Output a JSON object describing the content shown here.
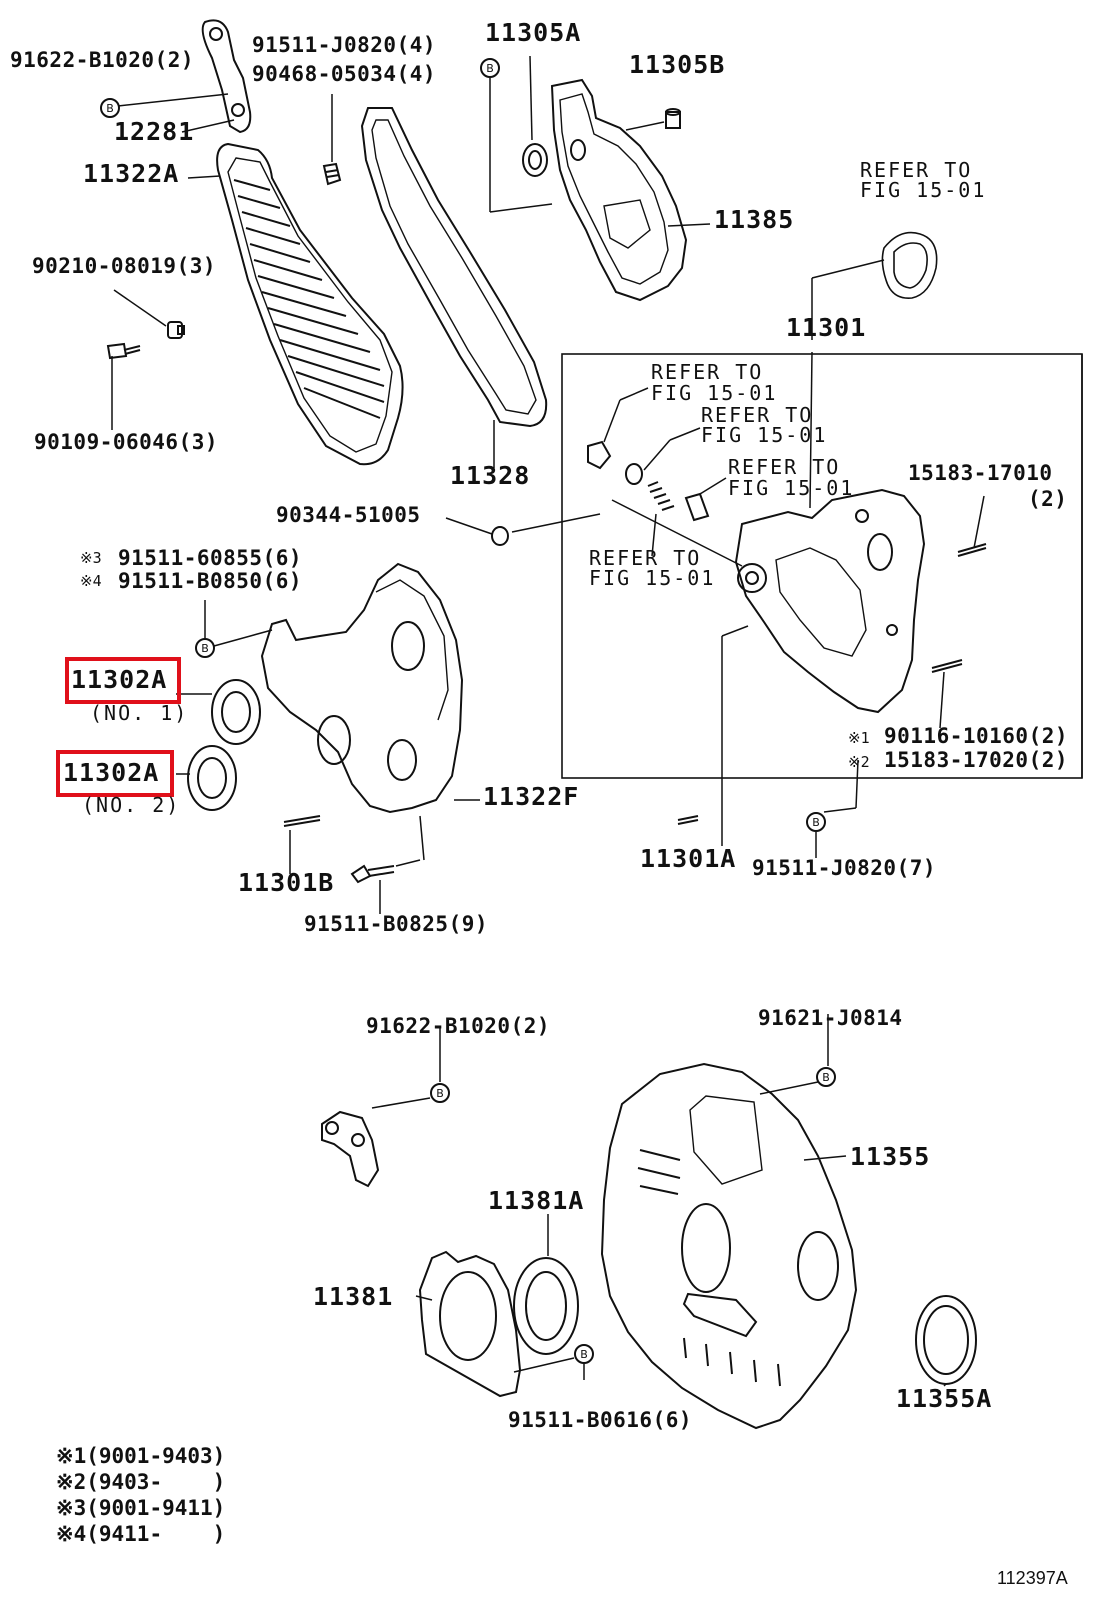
{
  "parts": {
    "p91622_top": "91622-B1020(2)",
    "p91511_j0820_4": "91511-J0820(4)",
    "p90468": "90468-05034(4)",
    "p11305A": "11305A",
    "p11305B": "11305B",
    "p12281": "12281",
    "p11322A": "11322A",
    "p11385": "11385",
    "p90210": "90210-08019(3)",
    "p90109": "90109-06046(3)",
    "p11328": "11328",
    "p11301": "11301",
    "p15183_17010": "15183-17010",
    "p15183_17010_qty": "(2)",
    "p90344": "90344-51005",
    "p91511_60855": "91511-60855(6)",
    "p91511_b0850": "91511-B0850(6)",
    "p11302A_1": "11302A",
    "p11302A_1_no": "(NO. 1)",
    "p11302A_2": "11302A",
    "p11302A_2_no": "(NO. 2)",
    "p11322F": "11322F",
    "p90116": "90116-10160(2)",
    "p15183_17020": "15183-17020(2)",
    "p11301B": "11301B",
    "p91511_b0825": "91511-B0825(9)",
    "p11301A": "11301A",
    "p91511_j0820_7": "91511-J0820(7)",
    "p91622_bottom": "91622-B1020(2)",
    "p91621": "91621-J0814",
    "p11355": "11355",
    "p11381A": "11381A",
    "p11381": "11381",
    "p11355A": "11355A",
    "p91511_b0616": "91511-B0616(6)"
  },
  "refer_line1": "REFER TO",
  "refer_line2": "FIG 15-01",
  "marks": {
    "m1": "※1",
    "m2": "※2",
    "m3": "※3",
    "m4": "※4",
    "b": "B"
  },
  "notes": {
    "n1": "※1(9001-9403)",
    "n2": "※2(9403-    )",
    "n3": "※3(9001-9411)",
    "n4": "※4(9411-    )"
  },
  "figure_id": "112397A",
  "highlight_color": "#e0101a"
}
